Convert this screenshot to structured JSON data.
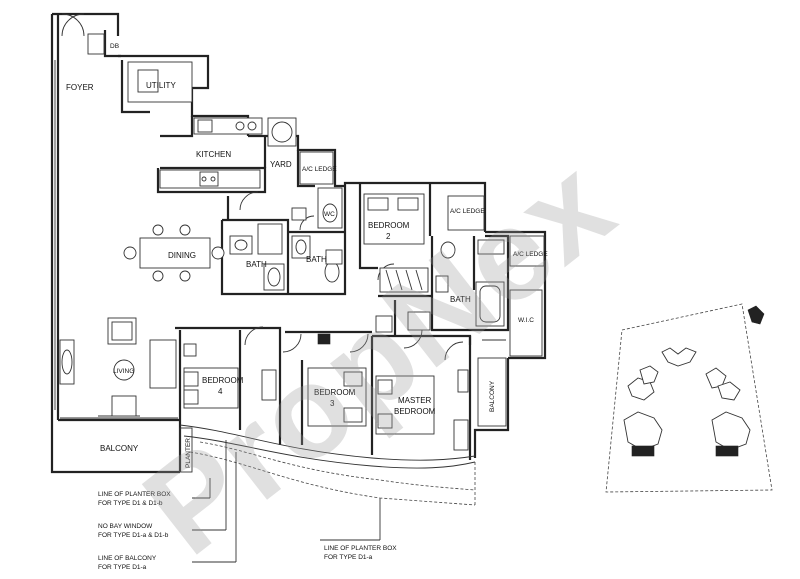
{
  "rooms": {
    "db": "DB",
    "foyer": "FOYER",
    "utility": "UTILITY",
    "kitchen": "KITCHEN",
    "yard": "YARD",
    "ac_ledge_1": "A/C LEDGE",
    "wc": "WC",
    "bedroom2_a": "BEDROOM",
    "bedroom2_b": "2",
    "ac_ledge_2": "A/C LEDGE",
    "ac_ledge_3": "A/C LEDGE",
    "dining": "DINING",
    "bath_1": "BATH",
    "bath_2": "BATH",
    "bath_3": "BATH",
    "living": "LIVING",
    "bedroom4_a": "BEDROOM",
    "bedroom4_b": "4",
    "bedroom3_a": "BEDROOM",
    "bedroom3_b": "3",
    "master_a": "MASTER",
    "master_b": "BEDROOM",
    "balcony_main": "BALCONY",
    "balcony_side": "BALCONY",
    "planter": "PLANTER",
    "wic": "W.I.C"
  },
  "notes": {
    "planter_d1_l1": "LINE OF PLANTER BOX",
    "planter_d1_l2": "FOR TYPE D1 & D1-b",
    "bay_l1": "NO BAY WINDOW",
    "bay_l2": "FOR TYPE D1-a & D1-b",
    "balcony_l1": "LINE OF BALCONY",
    "balcony_l2": "FOR TYPE D1-a",
    "planter_d1a_l1": "LINE OF PLANTER BOX",
    "planter_d1a_l2": "FOR TYPE D1-a"
  },
  "watermark": "PropNex"
}
